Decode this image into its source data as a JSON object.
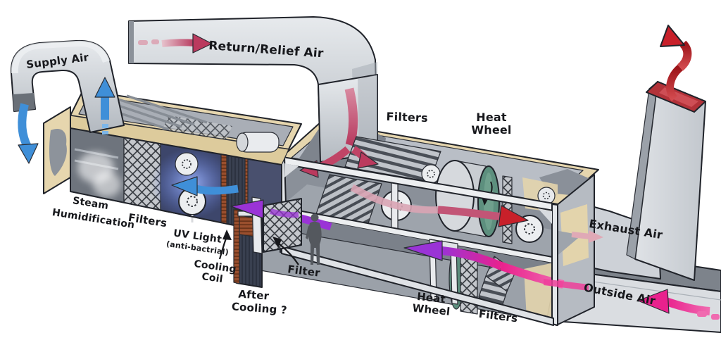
{
  "diagram_type": "HVAC air-handling system cutaway (isometric illustration)",
  "labels": {
    "supply_air": "Supply Air",
    "return_relief_air": "Return/Relief Air",
    "filters_top": "Filters",
    "heat_wheel_top_line1": "Heat",
    "heat_wheel_top_line2": "Wheel",
    "steam_humidification_line1": "Steam",
    "steam_humidification_line2": "Humidification",
    "filters_left": "Filters",
    "uv_light_line1": "UV Light",
    "uv_light_line2": "(anti-bactrial)",
    "cooling_coil_line1": "Cooling",
    "cooling_coil_line2": "Coil",
    "after_cooling_line1": "After",
    "after_cooling_line2": "Cooling ?",
    "filter_mid": "Filter",
    "heat_wheel_bottom_line1": "Heat",
    "heat_wheel_bottom_line2": "Wheel",
    "filters_bottom": "Filters",
    "exhaust_air": "Exhaust Air",
    "outside_air": "Outside Air"
  },
  "colors": {
    "supply_arrow": "#3f8fd8",
    "return_arrow": "#bb3a5e",
    "exhaust_arrow": "#c8202a",
    "outside_air_arrow": "#e9218d",
    "tempered_air_arrow": "#9a33d6",
    "heat_wheel": "#5d8f7e",
    "duct_gray": "#c9cdd3",
    "panel_tan": "#e6d6ae",
    "uv_glow": "#7b96f2",
    "outline": "#20232a"
  },
  "flows": [
    {
      "name": "supply-air",
      "color": "#3f8fd8",
      "direction": "up into supply duct and down-left out of duct mouth"
    },
    {
      "name": "return-relief-air",
      "color": "#bb3a5e",
      "direction": "rightward along return duct, down into energy-recovery unit, splitting left and right"
    },
    {
      "name": "exhaust-air",
      "color": "#c8202a",
      "direction": "rightward through heat wheel, up and out of exhaust stack"
    },
    {
      "name": "outside-air",
      "color": "#e9218d",
      "direction": "leftward into lower level through filters"
    },
    {
      "name": "tempered-air",
      "color": "#9a33d6",
      "direction": "leftward through lower level toward supply unit (after cooling?)"
    }
  ],
  "components": [
    "Steam Humidification",
    "Filters",
    "UV Light (anti-bactrial)",
    "Cooling Coil",
    "After Cooling ?",
    "Filter",
    "Heat Wheel (exhaust side)",
    "Filters (return side)",
    "Heat Wheel (outside-air side)",
    "Filters (outside-air side)"
  ]
}
